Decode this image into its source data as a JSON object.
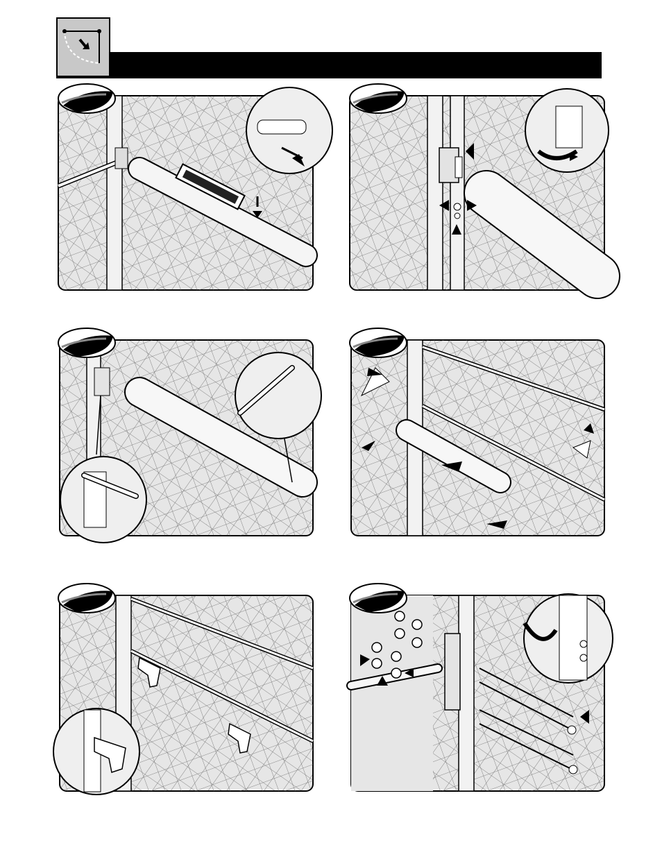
{
  "document": {
    "type": "instruction-page",
    "header": {
      "icon": "gate-swing-icon",
      "bar_color": "#000000",
      "title_text": ""
    },
    "steps": [
      {
        "id": 1,
        "badge": "step-badge",
        "illustration": "level-and-pin-opener",
        "detail_icon": "clip-pin-detail"
      },
      {
        "id": 2,
        "badge": "step-badge",
        "illustration": "bracket-hardware-assembly",
        "detail_icon": "wrench-tighten-detail"
      },
      {
        "id": 3,
        "badge": "step-badge",
        "illustration": "mark-holes-with-pen",
        "detail_icon": "pen-marking-detail"
      },
      {
        "id": 4,
        "badge": "step-badge",
        "illustration": "remove-opener-and-clamps",
        "detail_icon": ""
      },
      {
        "id": 5,
        "badge": "step-badge",
        "illustration": "drill-holes",
        "detail_icon": "drill-detail"
      },
      {
        "id": 6,
        "badge": "step-badge",
        "illustration": "bolt-bracket-assembly",
        "detail_icon": "wrench-bolt-detail"
      }
    ],
    "colors": {
      "panel_fill": "#e8e8e8",
      "line": "#000000",
      "mesh": "#555555"
    }
  }
}
